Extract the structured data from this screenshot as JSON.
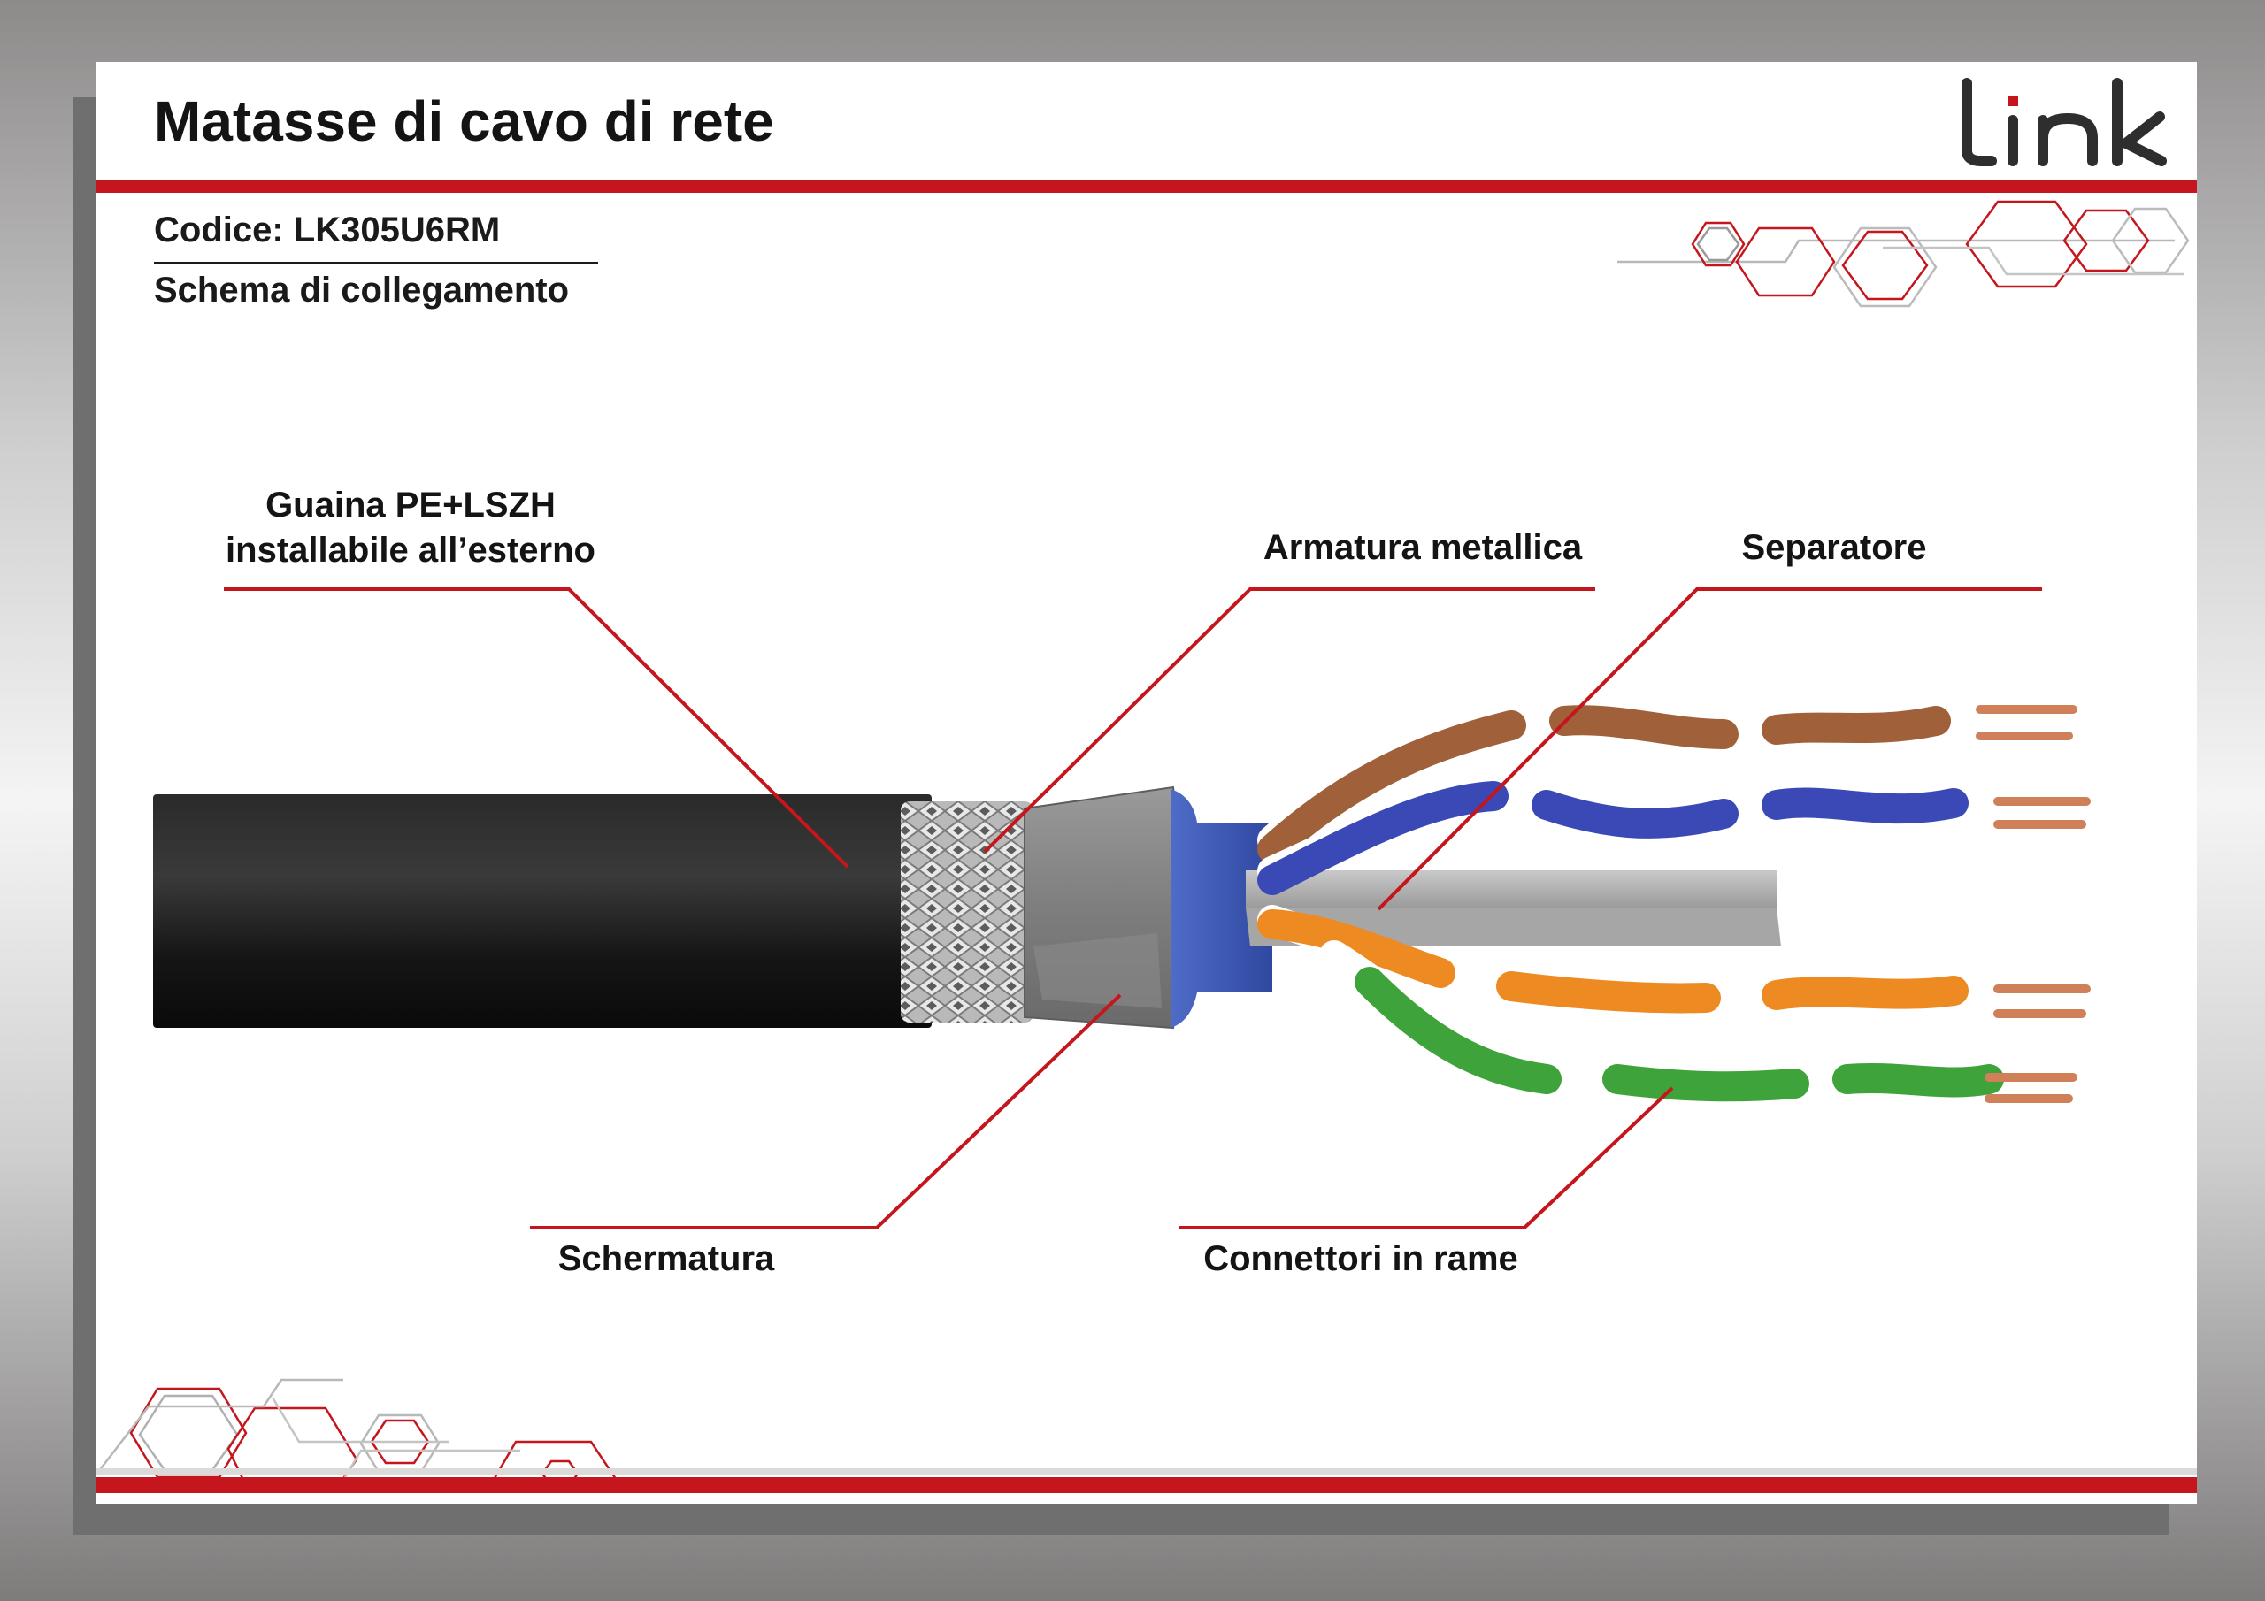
{
  "header": {
    "title": "Matasse di cavo di rete",
    "logo_text": "link"
  },
  "product": {
    "code_line": "Codice: LK305U6RM",
    "subtitle": "Schema di collegamento"
  },
  "diagram": {
    "labels": {
      "jacket_line1": "Guaina PE+LSZH",
      "jacket_line2": "installabile all’esterno",
      "armor": "Armatura metallica",
      "separator": "Separatore",
      "shield": "Schermatura",
      "conductors": "Connettori in rame"
    },
    "pair_colors": [
      "brown",
      "blue",
      "orange",
      "green"
    ]
  },
  "colors": {
    "accent_red": "#c4161c",
    "jacket_black": "#1c1c1c",
    "inner_blue": "#3f5db5",
    "brown": "#a0603a",
    "blue": "#3a49b5",
    "orange": "#ee8a22",
    "green": "#3ea33a",
    "copper": "#d08058"
  }
}
